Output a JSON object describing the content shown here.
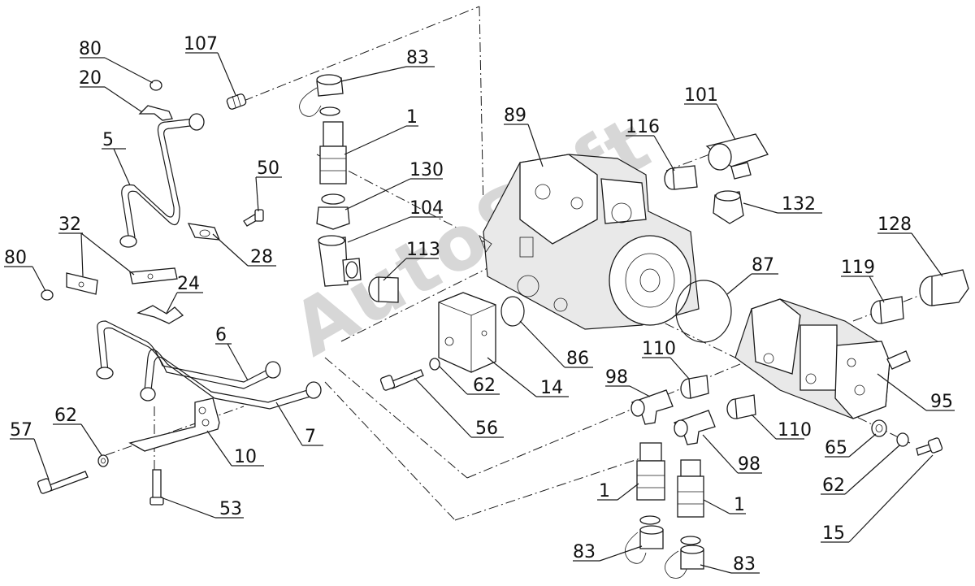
{
  "watermark": "AutoSoft",
  "callouts": [
    "80",
    "20",
    "107",
    "83",
    "1",
    "5",
    "50",
    "130",
    "104",
    "32",
    "28",
    "80",
    "24",
    "113",
    "6",
    "62",
    "14",
    "56",
    "7",
    "10",
    "57",
    "62",
    "53",
    "89",
    "116",
    "101",
    "132",
    "128",
    "87",
    "119",
    "86",
    "110",
    "98",
    "95",
    "110",
    "98",
    "65",
    "1",
    "62",
    "1",
    "15",
    "83",
    "83"
  ]
}
